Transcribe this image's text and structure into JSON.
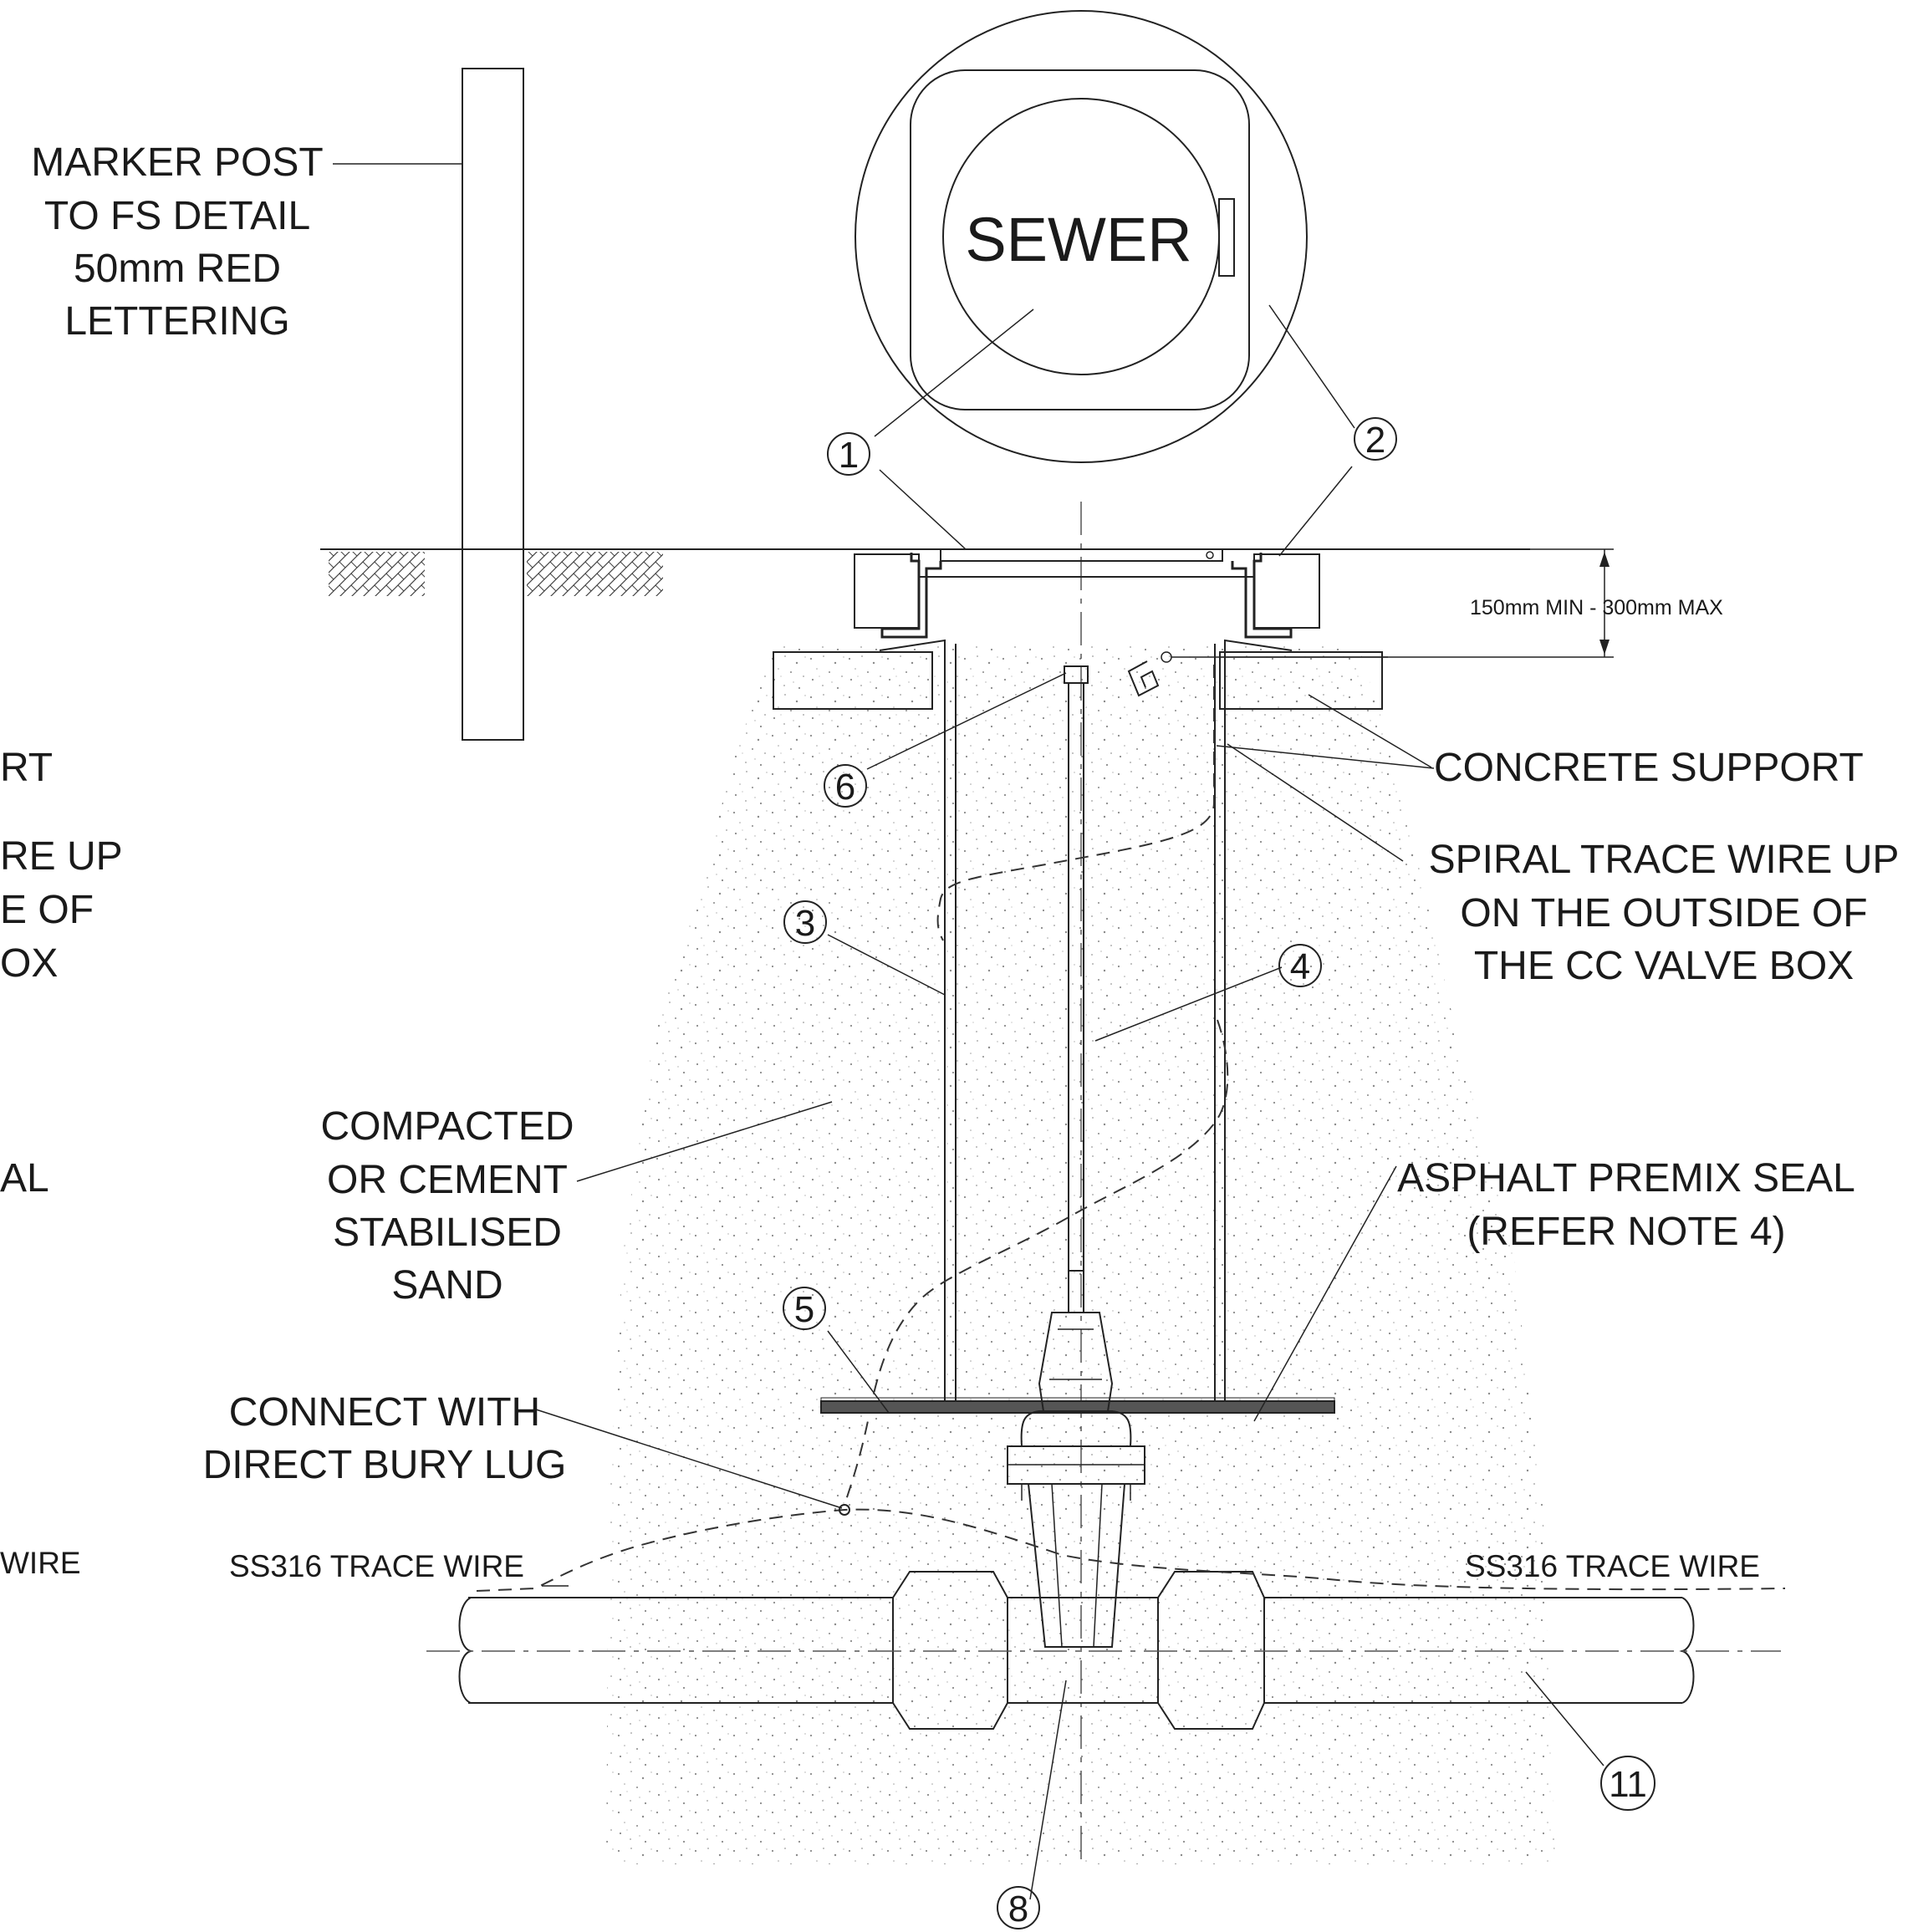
{
  "labels": {
    "marker_post": [
      "MARKER POST",
      "TO FS DETAIL",
      "50mm RED",
      "LETTERING"
    ],
    "sewer": "SEWER",
    "dimension": "150mm MIN - 300mm MAX",
    "concrete_support": "CONCRETE SUPPORT",
    "spiral_trace": [
      "SPIRAL TRACE WIRE UP",
      "ON THE OUTSIDE OF",
      "THE CC VALVE BOX"
    ],
    "compacted_sand": [
      "COMPACTED",
      "OR CEMENT",
      "STABILISED",
      "SAND"
    ],
    "asphalt_seal": [
      "ASPHALT PREMIX SEAL",
      "(REFER NOTE 4)"
    ],
    "connect_lug": [
      "CONNECT WITH",
      "DIRECT BURY LUG"
    ],
    "trace_wire_left": "SS316 TRACE WIRE",
    "trace_wire_right": "SS316 TRACE WIRE",
    "cropped_left": [
      "RT",
      "RE UP",
      "E OF",
      "OX",
      "AL",
      "WIRE"
    ]
  },
  "callouts": {
    "c1": "1",
    "c2": "2",
    "c3": "3",
    "c4": "4",
    "c5": "5",
    "c6": "6",
    "c8": "8",
    "c11": "11"
  }
}
